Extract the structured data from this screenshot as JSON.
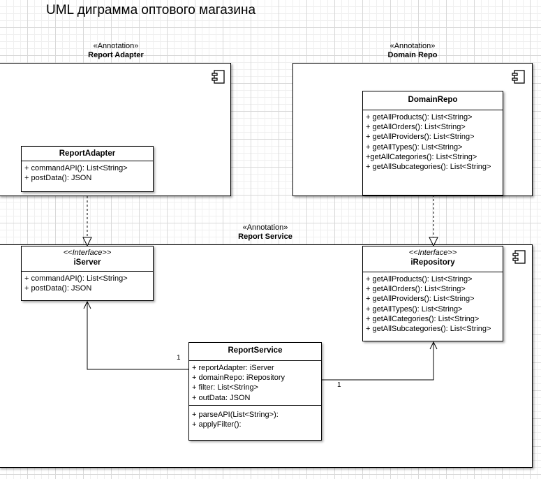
{
  "title": "UML диграмма оптового магазина",
  "packages": [
    {
      "stereotype": "«Annotation»",
      "name": "Report Adapter"
    },
    {
      "stereotype": "«Annotation»",
      "name": "Domain Repo"
    },
    {
      "stereotype": "«Annotation»",
      "name": "Report Service"
    }
  ],
  "classes": {
    "report_adapter": {
      "name": "ReportAdapter",
      "methods": [
        "+ commandAPI(): List<String>",
        "+ postData(): JSON"
      ]
    },
    "domain_repo": {
      "name": "DomainRepo",
      "methods": [
        "+ getAllProducts(): List<String>",
        "+ getAllOrders(): List<String>",
        "+ getAllProviders(): List<String>",
        "+ getAllTypes(): List<String>",
        "+getAllCategories(): List<String>",
        "+ getAllSubcategories(): List<String>"
      ]
    },
    "iserver": {
      "stereotype": "<<Interface>>",
      "name": "iServer",
      "methods": [
        "+ commandAPI(): List<String>",
        "+ postData(): JSON"
      ]
    },
    "irepository": {
      "stereotype": "<<Interface>>",
      "name": "iRepository",
      "methods": [
        "+ getAllProducts(): List<String>",
        "+ getAllOrders(): List<String>",
        "+ getAllProviders(): List<String>",
        "+ getAllTypes(): List<String>",
        "+ getAllCategories(): List<String>",
        "+ getAllSubcategories(): List<String>"
      ]
    },
    "report_service": {
      "name": "ReportService",
      "attributes": [
        "+ reportAdapter: iServer",
        "+ domainRepo: iRepository",
        "+ filter: List<String>",
        "+ outData: JSON"
      ],
      "methods": [
        "+ parseAPI(List<String>):",
        "+ applyFilter():"
      ]
    }
  },
  "multiplicities": [
    "1",
    "1"
  ],
  "icons": [
    "component-icon"
  ]
}
